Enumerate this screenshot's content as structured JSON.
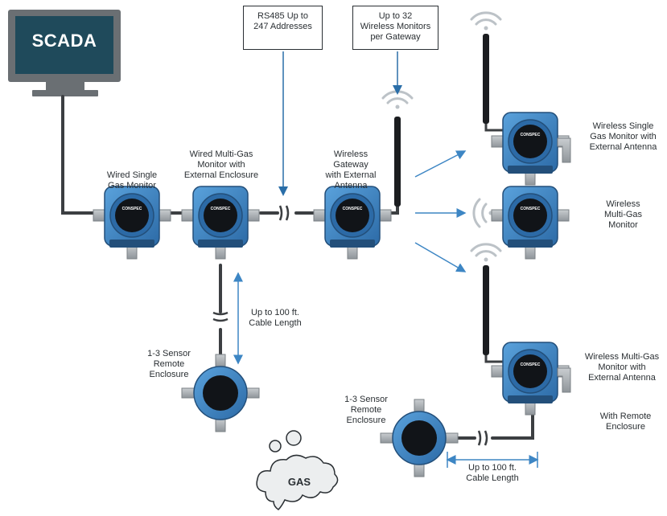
{
  "scada": {
    "label": "SCADA"
  },
  "callouts": {
    "rs485": [
      "RS485 Up to",
      "247 Addresses"
    ],
    "wireless_monitors": [
      "Up to 32",
      "Wireless Monitors",
      "per Gateway"
    ]
  },
  "labels": {
    "wired_single": [
      "Wired Single",
      "Gas Monitor"
    ],
    "wired_multi": [
      "Wired Multi-Gas",
      "Monitor with",
      "External Enclosure"
    ],
    "wireless_gateway": [
      "Wireless",
      "Gateway",
      "with External",
      "Antenna"
    ],
    "wireless_single_ext": [
      "Wireless Single",
      "Gas Monitor with",
      "External Antenna"
    ],
    "wireless_multi": [
      "Wireless",
      "Multi-Gas",
      "Monitor"
    ],
    "wireless_multi_ext": [
      "Wireless Multi-Gas",
      "Monitor with",
      "External Antenna"
    ],
    "with_remote": [
      "With Remote",
      "Enclosure"
    ],
    "remote_left": [
      "1-3 Sensor",
      "Remote",
      "Enclosure"
    ],
    "remote_right": [
      "1-3 Sensor",
      "Remote",
      "Enclosure"
    ],
    "cable_left": [
      "Up to 100 ft.",
      "Cable Length"
    ],
    "cable_right": [
      "Up to 100 ft.",
      "Cable Length"
    ]
  },
  "device_brand": "CONSPEC",
  "gas_label": "GAS",
  "colors": {
    "device_blue": "#3d86c4",
    "device_dark": "#234f7a",
    "face_black": "#111418",
    "cable": "#3c3f42",
    "connector": "#a7adb2",
    "arrow": "#3d86c4",
    "monitor_frame": "#5e6367",
    "monitor_screen": "#1f4a5b",
    "cloud": "#eceeef"
  }
}
